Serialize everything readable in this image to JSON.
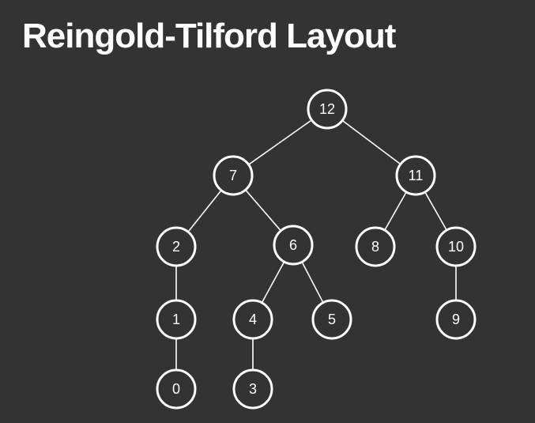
{
  "title": "Reingold-Tilford Layout",
  "colors": {
    "background": "#333333",
    "foreground": "#ffffff"
  },
  "tree": {
    "root": "12",
    "nodes": [
      {
        "id": "12",
        "label": "12",
        "depth": 0
      },
      {
        "id": "7",
        "label": "7",
        "depth": 1
      },
      {
        "id": "11",
        "label": "11",
        "depth": 1
      },
      {
        "id": "2",
        "label": "2",
        "depth": 2
      },
      {
        "id": "6",
        "label": "6",
        "depth": 2
      },
      {
        "id": "8",
        "label": "8",
        "depth": 2
      },
      {
        "id": "10",
        "label": "10",
        "depth": 2
      },
      {
        "id": "1",
        "label": "1",
        "depth": 3
      },
      {
        "id": "4",
        "label": "4",
        "depth": 3
      },
      {
        "id": "5",
        "label": "5",
        "depth": 3
      },
      {
        "id": "9",
        "label": "9",
        "depth": 3
      },
      {
        "id": "0",
        "label": "0",
        "depth": 4
      },
      {
        "id": "3",
        "label": "3",
        "depth": 4
      }
    ],
    "edges": [
      {
        "from": "12",
        "to": "7"
      },
      {
        "from": "12",
        "to": "11"
      },
      {
        "from": "7",
        "to": "2"
      },
      {
        "from": "7",
        "to": "6"
      },
      {
        "from": "11",
        "to": "8"
      },
      {
        "from": "11",
        "to": "10"
      },
      {
        "from": "2",
        "to": "1"
      },
      {
        "from": "6",
        "to": "4"
      },
      {
        "from": "6",
        "to": "5"
      },
      {
        "from": "10",
        "to": "9"
      },
      {
        "from": "1",
        "to": "0"
      },
      {
        "from": "4",
        "to": "3"
      }
    ]
  }
}
